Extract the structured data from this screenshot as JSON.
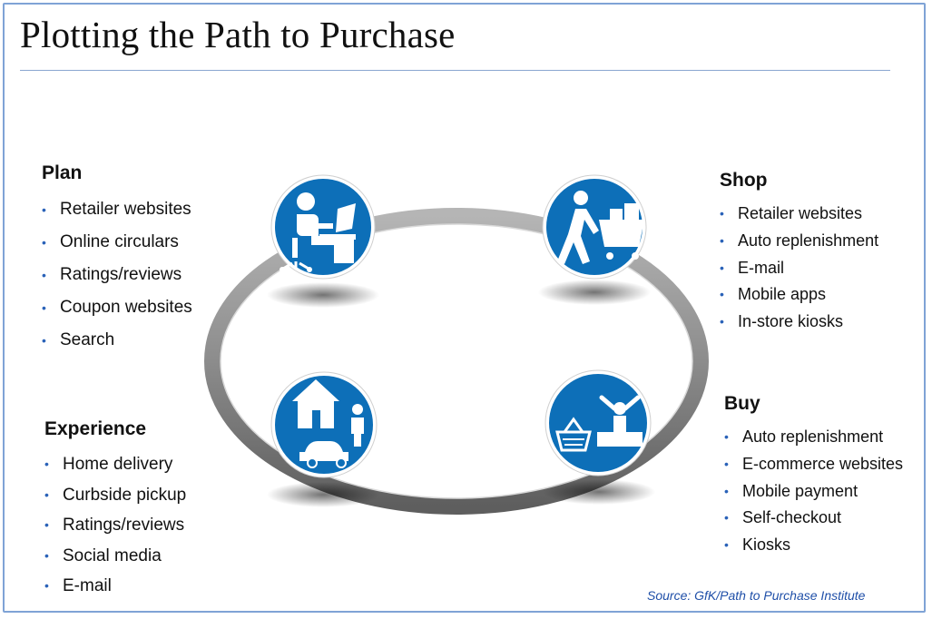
{
  "title": "Plotting the Path to Purchase",
  "groups": {
    "plan": {
      "title": "Plan",
      "items": [
        "Retailer websites",
        "Online circulars",
        "Ratings/reviews",
        "Coupon websites",
        "Search"
      ]
    },
    "shop": {
      "title": "Shop",
      "items": [
        "Retailer websites",
        "Auto replenishment",
        "E-mail",
        "Mobile apps",
        "In-store kiosks"
      ]
    },
    "experience": {
      "title": "Experience",
      "items": [
        "Home delivery",
        "Curbside pickup",
        "Ratings/reviews",
        "Social media",
        "E-mail"
      ]
    },
    "buy": {
      "title": "Buy",
      "items": [
        "Auto replenishment",
        "E-commerce websites",
        "Mobile payment",
        "Self-checkout",
        "Kiosks"
      ]
    }
  },
  "icons": {
    "plan": "person-at-desk-icon",
    "shop": "shopping-cart-icon",
    "experience": "home-delivery-icon",
    "buy": "checkout-basket-icon"
  },
  "colors": {
    "icon_circle": "#0d6fb8",
    "ring": "#8c8c8c",
    "accent": "#2a62b8"
  },
  "source": "Source: GfK/Path to Purchase Institute"
}
